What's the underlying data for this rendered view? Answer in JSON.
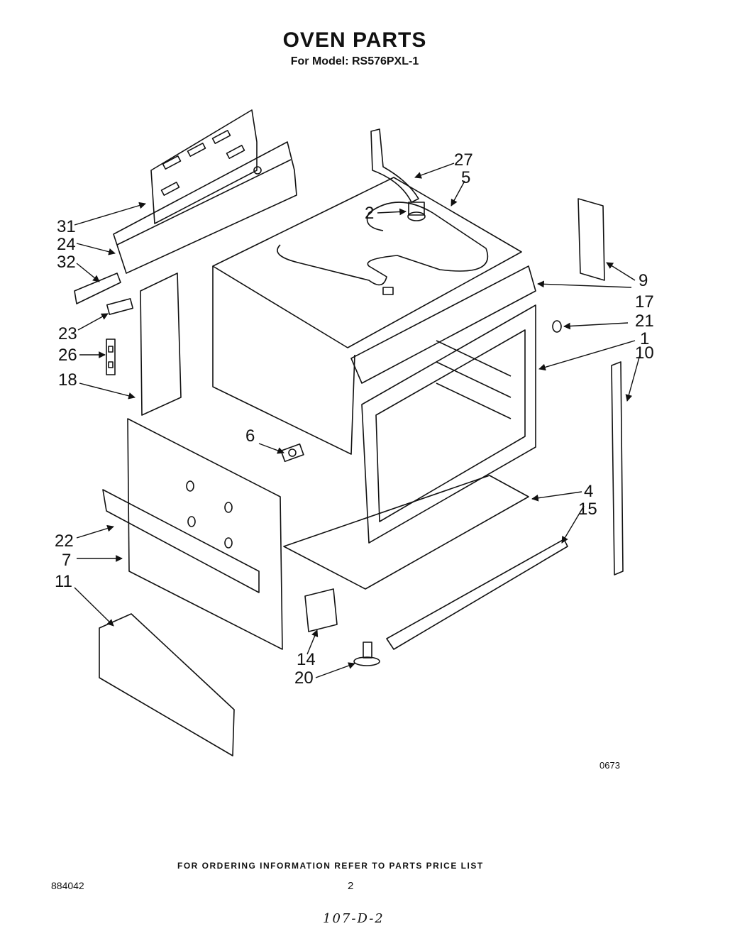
{
  "header": {
    "title": "OVEN PARTS",
    "subtitle": "For Model: RS576PXL-1"
  },
  "diagram": {
    "callouts": [
      "31",
      "24",
      "32",
      "23",
      "26",
      "18",
      "27",
      "5",
      "2",
      "9",
      "17",
      "21",
      "1",
      "10",
      "6",
      "4",
      "15",
      "22",
      "7",
      "11",
      "14",
      "20"
    ],
    "drawing_code": "0673"
  },
  "footer": {
    "note": "FOR ORDERING INFORMATION REFER TO PARTS PRICE LIST",
    "doc_number": "884042",
    "page_number": "2",
    "handwritten": "107-D-2"
  }
}
